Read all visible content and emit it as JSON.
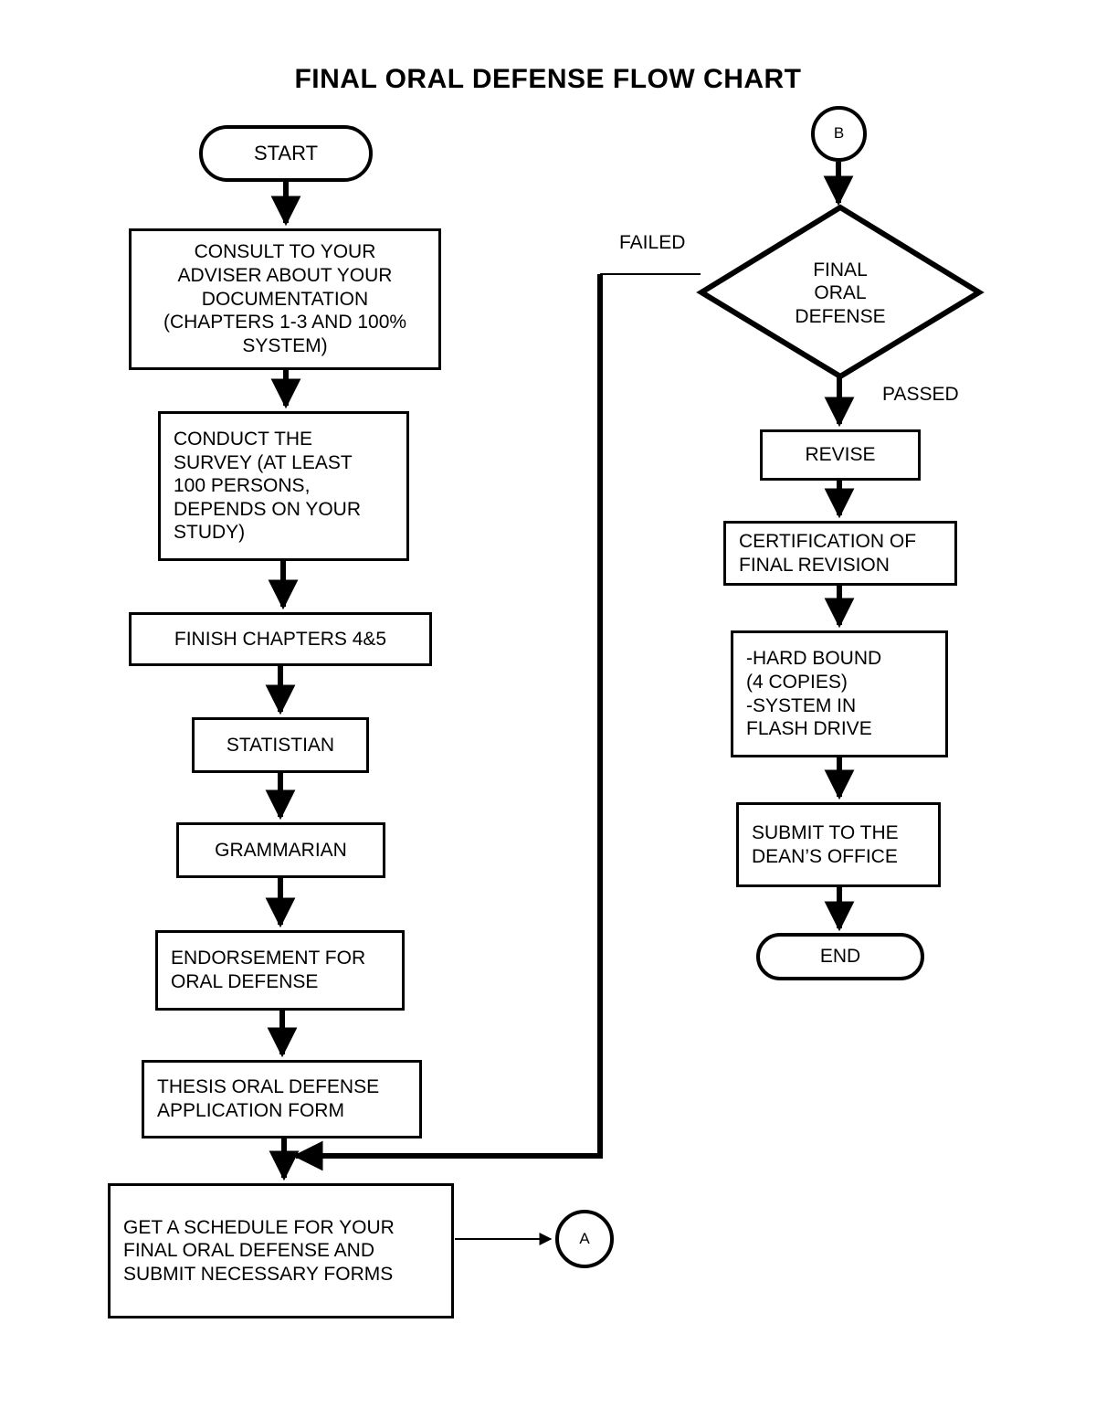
{
  "title": "FINAL ORAL DEFENSE FLOW CHART",
  "colors": {
    "stroke": "#000000",
    "fill": "#FFFFFF",
    "text": "#000000"
  },
  "nodes": {
    "start": {
      "label": "START",
      "shape": "terminator"
    },
    "consult": {
      "shape": "process",
      "lines": [
        "CONSULT TO YOUR",
        "ADVISER ABOUT YOUR",
        "DOCUMENTATION",
        "(CHAPTERS 1-3 AND 100%",
        "SYSTEM)"
      ]
    },
    "survey": {
      "shape": "process",
      "lines": [
        "CONDUCT THE",
        "SURVEY (AT LEAST",
        "100 PERSONS,",
        "DEPENDS ON YOUR",
        "STUDY)"
      ]
    },
    "chapters": {
      "shape": "process",
      "lines": [
        "FINISH CHAPTERS 4&5"
      ]
    },
    "statistian": {
      "shape": "process",
      "lines": [
        "STATISTIAN"
      ]
    },
    "grammarian": {
      "shape": "process",
      "lines": [
        "GRAMMARIAN"
      ]
    },
    "endorsement": {
      "shape": "process",
      "lines": [
        "ENDORSEMENT FOR",
        "ORAL DEFENSE"
      ]
    },
    "application": {
      "shape": "process",
      "lines": [
        "THESIS ORAL DEFENSE",
        "APPLICATION FORM"
      ]
    },
    "schedule": {
      "shape": "process",
      "lines": [
        "GET A SCHEDULE FOR YOUR",
        "FINAL ORAL DEFENSE AND",
        "SUBMIT NECESSARY FORMS"
      ]
    },
    "connector_a": {
      "label": "A",
      "shape": "connector"
    },
    "connector_b": {
      "label": "B",
      "shape": "connector"
    },
    "decision": {
      "shape": "decision",
      "lines": [
        "FINAL",
        "ORAL",
        "DEFENSE"
      ]
    },
    "revise": {
      "shape": "process",
      "lines": [
        "REVISE"
      ]
    },
    "certification": {
      "shape": "process",
      "lines": [
        "CERTIFICATION OF",
        "FINAL REVISION"
      ]
    },
    "hardbound": {
      "shape": "process",
      "lines": [
        "-HARD BOUND",
        "(4 COPIES)",
        "-SYSTEM IN",
        "FLASH DRIVE"
      ]
    },
    "submit": {
      "shape": "process",
      "lines": [
        "SUBMIT TO THE",
        "DEAN’S OFFICE"
      ]
    },
    "end": {
      "label": "END",
      "shape": "terminator"
    }
  },
  "edge_labels": {
    "failed": "FAILED",
    "passed": "PASSED"
  }
}
